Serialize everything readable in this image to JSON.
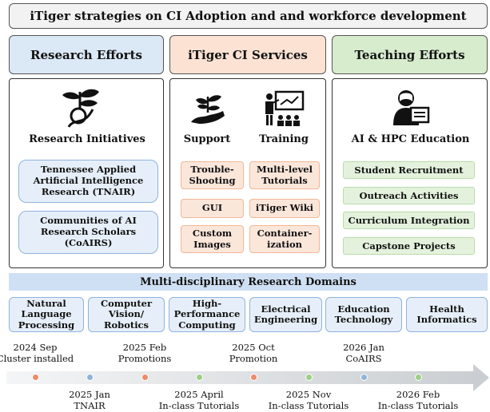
{
  "title": "iTiger strategies on CI Adoption and and workforce development",
  "sections": {
    "research": {
      "header": "Research Efforts",
      "subheading": "Research Initiatives",
      "icon": "plant-in-hand-icon",
      "items": [
        "Tennessee Applied Artificial Intelligence Research (TNAIR)",
        "Communities of AI Research Scholars (CoAIRS)"
      ]
    },
    "services": {
      "header": "iTiger CI Services",
      "support": {
        "subheading": "Support",
        "icon": "seedling-hand-icon",
        "items": [
          "Trouble-Shooting",
          "GUI",
          "Custom Images"
        ]
      },
      "training": {
        "subheading": "Training",
        "icon": "presentation-board-icon",
        "items": [
          "Multi-level Tutorials",
          "iTiger Wiki",
          "Container-ization"
        ]
      }
    },
    "teaching": {
      "header": "Teaching Efforts",
      "subheading": "AI & HPC Education",
      "icon": "student-reading-icon",
      "items": [
        "Student Recruitment",
        "Outreach Activities",
        "Curriculum Integration",
        "Capstone Projects"
      ]
    }
  },
  "domains": {
    "header": "Multi-disciplinary Research Domains",
    "items": [
      "Natural Language Processing",
      "Computer Vision/ Robotics",
      "High-Performance Computing",
      "Electrical Engineering",
      "Education Technology",
      "Health Informatics"
    ]
  },
  "timeline": {
    "events": [
      {
        "date": "2024 Sep",
        "label": "Cluster installed",
        "position": "top",
        "color": "#ef8a6a"
      },
      {
        "date": "2025 Jan",
        "label": "TNAIR",
        "position": "bottom",
        "color": "#8fb3dc"
      },
      {
        "date": "2025 Feb",
        "label": "Promotions",
        "position": "top",
        "color": "#ef8a6a"
      },
      {
        "date": "2025 April",
        "label": "In-class Tutorials",
        "position": "bottom",
        "color": "#9ccf84"
      },
      {
        "date": "2025 Oct",
        "label": "Promotion",
        "position": "top",
        "color": "#ef8a6a"
      },
      {
        "date": "2025 Nov",
        "label": "In-class Tutorials",
        "position": "bottom",
        "color": "#9ccf84"
      },
      {
        "date": "2026 Jan",
        "label": "CoAIRS",
        "position": "top",
        "color": "#8fb3dc"
      },
      {
        "date": "2026 Feb",
        "label": "In-class Tutorials",
        "position": "bottom",
        "color": "#9ccf84"
      }
    ]
  },
  "colors": {
    "research": "#dbe8f6",
    "services": "#fbe2d3",
    "teaching": "#d7ebcd",
    "arrow": "#d0d4d8"
  }
}
